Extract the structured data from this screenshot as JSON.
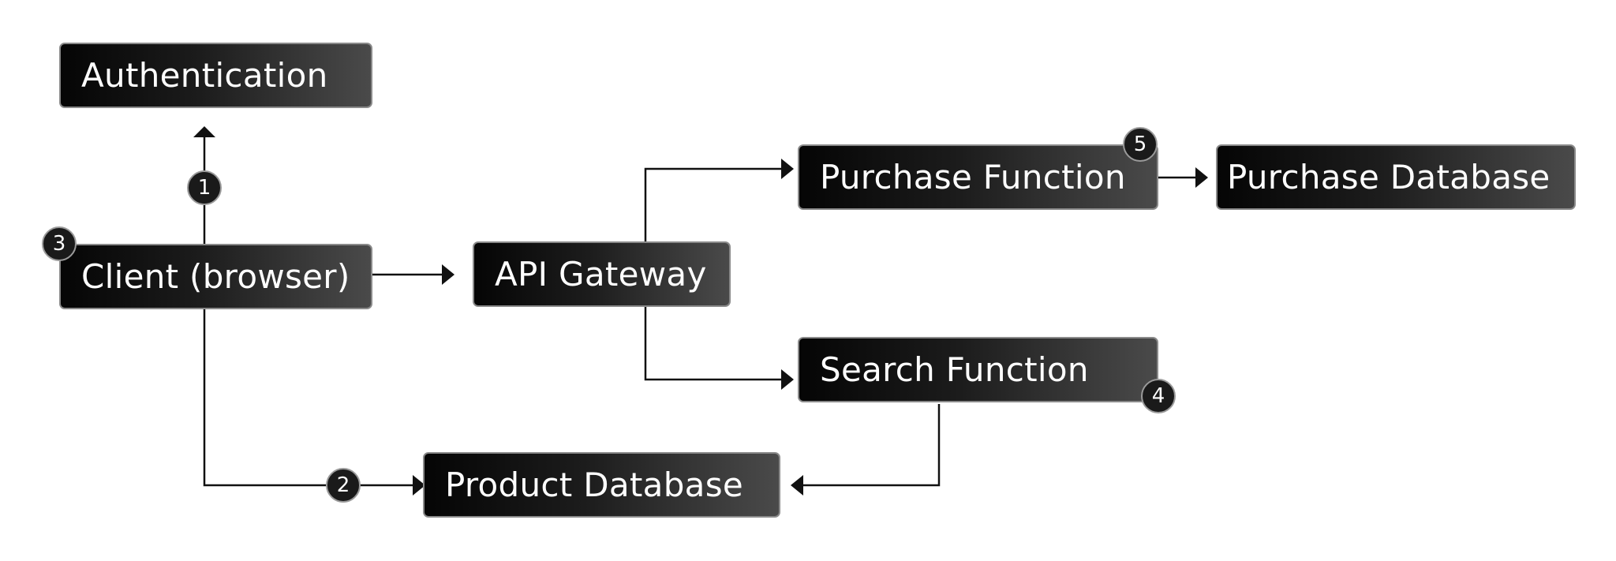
{
  "nodes": {
    "authentication": "Authentication",
    "client": "Client (browser)",
    "api_gateway": "API Gateway",
    "purchase_function": "Purchase Function",
    "purchase_database": "Purchase Database",
    "search_function": "Search Function",
    "product_database": "Product Database"
  },
  "badges": {
    "auth_step": "1",
    "product_db_step": "2",
    "client_step": "3",
    "search_step": "4",
    "purchase_step": "5"
  },
  "colors": {
    "node_fill_start": "#050505",
    "node_fill_end": "#4a4a4a",
    "node_border": "#8a8a8a",
    "node_text": "#ffffff",
    "edge": "#111111"
  }
}
